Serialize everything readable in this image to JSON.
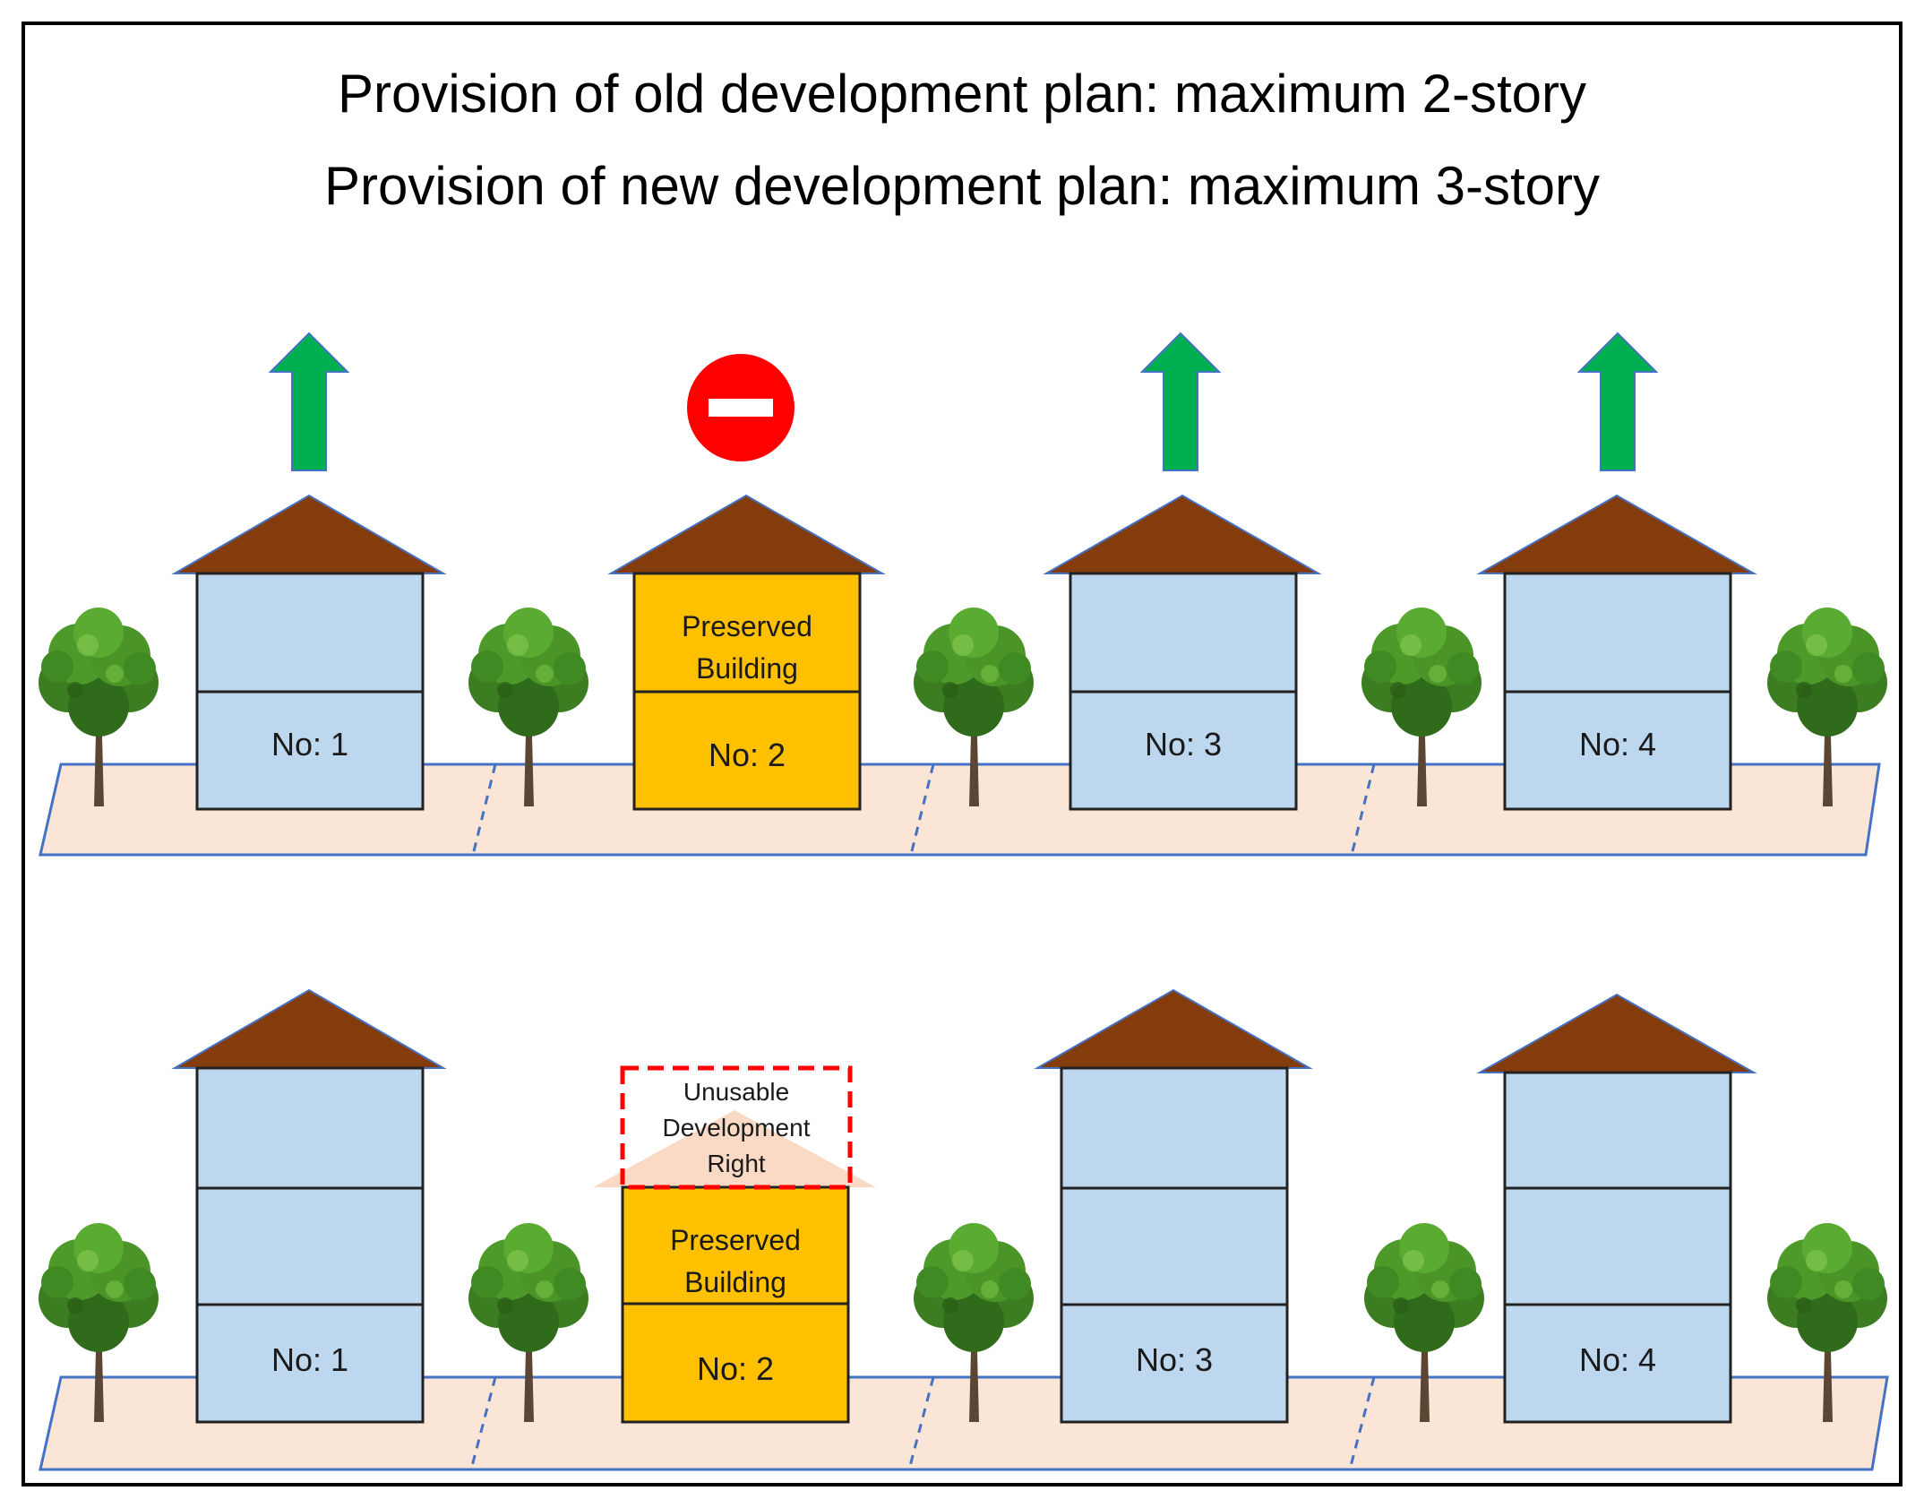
{
  "titles": {
    "old_plan": "Provision of old development plan: maximum 2-story",
    "new_plan": "Provision of new development plan: maximum 3-story"
  },
  "colors": {
    "house_wall": "#BDD7EE",
    "preserved_wall": "#FFC000",
    "roof": "#843C0C",
    "ground": "#FBE5D6",
    "arrow": "#00B050",
    "no_entry": "#FF0000",
    "unusable_border": "#FF0000"
  },
  "top_row": {
    "houses": [
      {
        "label": "No: 1",
        "indicator": "up-arrow-icon"
      },
      {
        "label": "No: 2",
        "upper_label": [
          "Preserved",
          "Building"
        ],
        "indicator": "no-entry-icon"
      },
      {
        "label": "No: 3",
        "indicator": "up-arrow-icon"
      },
      {
        "label": "No: 4",
        "indicator": "up-arrow-icon"
      }
    ]
  },
  "bottom_row": {
    "houses": [
      {
        "label": "No: 1"
      },
      {
        "label": "No: 2",
        "upper_label": [
          "Preserved",
          "Building"
        ]
      },
      {
        "label": "No: 3"
      },
      {
        "label": "No: 4"
      }
    ],
    "unusable": [
      "Unusable",
      "Development",
      "Right"
    ]
  }
}
